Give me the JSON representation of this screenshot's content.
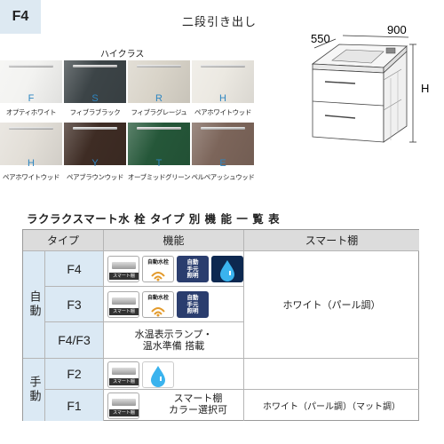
{
  "badge": "F4",
  "drawer_title": "二段引き出し",
  "grade_label": "ハイクラス",
  "swatches": [
    {
      "letter": "F",
      "name": "オプティホワイト",
      "color": "#f3f3f1"
    },
    {
      "letter": "S",
      "name": "フィブラブラック",
      "color": "#3c4447"
    },
    {
      "letter": "R",
      "name": "フィブラグレージュ",
      "color": "#d9d4c9"
    },
    {
      "letter": "H",
      "name": "ペアホワイトウッド",
      "color": "#ece9e2"
    },
    {
      "letter": "H",
      "name": "ペアホワイトウッド",
      "color": "#e3dfd8"
    },
    {
      "letter": "Y",
      "name": "ペアブラウンウッド",
      "color": "#3e2c24"
    },
    {
      "letter": "T",
      "name": "オーブミッドグリーン",
      "color": "#255739"
    },
    {
      "letter": "E",
      "name": "ペルペアッシュウッド",
      "color": "#7c655a"
    }
  ],
  "dimensions": {
    "depth": "550",
    "width": "900",
    "height": "H"
  },
  "table": {
    "title": "ラクラクスマート水 栓  タイプ 別 機 能 一 覧 表",
    "headers": {
      "type": "タイプ",
      "function": "機能",
      "shelf": "スマート棚"
    },
    "groups": {
      "auto": "自動",
      "manual": "手動"
    },
    "models": [
      "F4",
      "F3",
      "F4/F3",
      "F2",
      "F1"
    ],
    "f4f3_note": [
      "水温表示ランプ・",
      "温水準備 搭載"
    ],
    "f1_note": [
      "スマート棚",
      "カラー選択可"
    ],
    "shelf_white_pearl": "ホワイト（パール調）",
    "shelf_white_pearl_matte": "ホワイト（パール調）（マット調）",
    "icon_text": {
      "shelf": "スマート棚",
      "sensor": "自動水栓",
      "hand": [
        "自動",
        "手元",
        "照明"
      ]
    }
  }
}
